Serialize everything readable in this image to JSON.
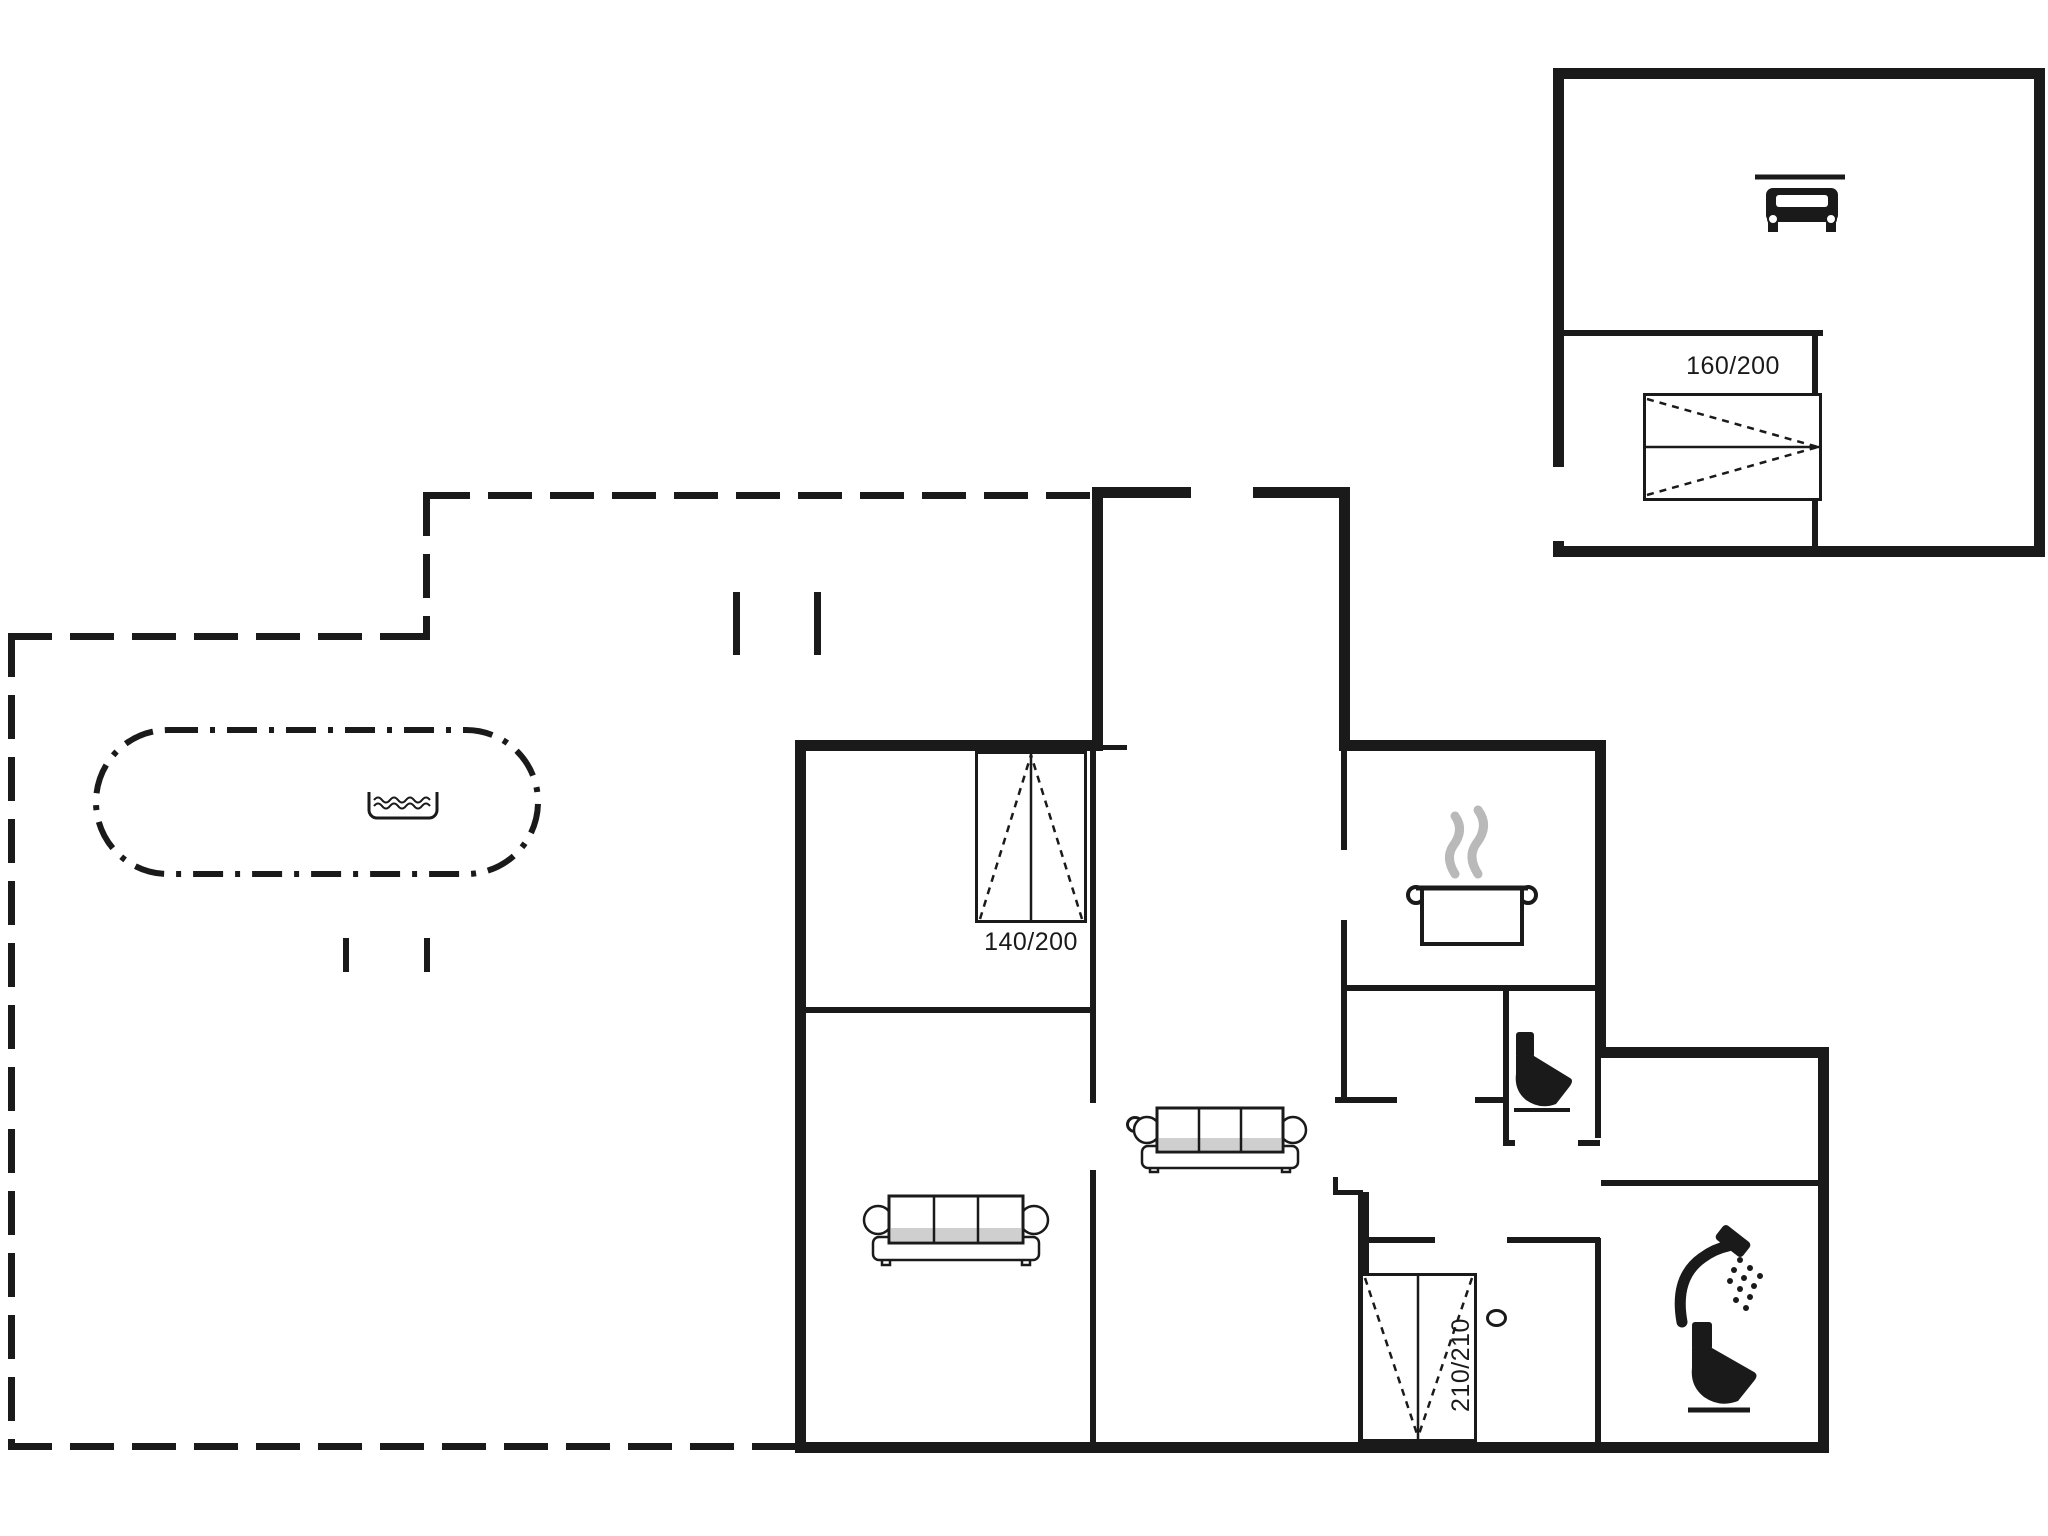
{
  "labels": {
    "bed_main_small": "140/200",
    "bed_main_large": "210/210",
    "bed_annex": "160/200"
  },
  "rooms": {
    "annex": "garage-carport with bedroom",
    "main": "summerhouse ground floor"
  },
  "icons": [
    "double-bed-icon",
    "double-bed-icon",
    "double-bed-icon",
    "sofa-icon",
    "sofa-icon",
    "cooking-pot-icon",
    "toilet-icon",
    "toilet-icon",
    "shower-icon",
    "car-icon",
    "spa-water-icon"
  ],
  "colors": {
    "wall": "#1a1a1a",
    "steam": "#b9b9b9",
    "shade": "#cfcfcf",
    "background": "#ffffff"
  }
}
